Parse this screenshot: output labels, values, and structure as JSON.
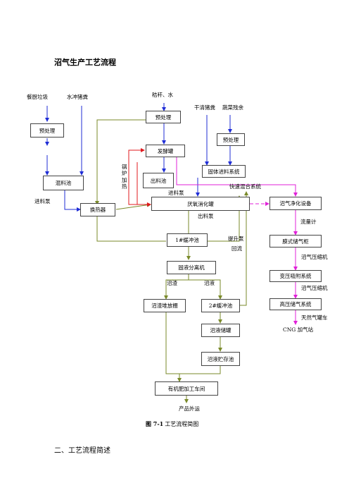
{
  "title": "沼气生产工艺流程",
  "colors": {
    "blue": "#1f2dd6",
    "olive": "#7a8a2a",
    "red": "#e0181e",
    "magenta": "#e020d8",
    "box_border": "#444444"
  },
  "inputs": {
    "kitchen_waste": "餐厨垃圾",
    "water_flush_manure": "水冲猪粪",
    "straw_water": "秸秆、水",
    "dry_manure": "干清猪粪",
    "vegetable_residue": "蔬菜残余"
  },
  "boxes": {
    "pretreat_left": "预处理",
    "pretreat_top": "预处理",
    "pretreat_right": "预处理",
    "mixing_tank": "混料池",
    "ferment_tank": "发酵罐",
    "discharge_tank": "出料池",
    "solid_feed": "固体进料系统",
    "heat_exchanger": "换热器",
    "anaerobic": "厌氧消化罐",
    "biogas_purify": "沼气净化设备",
    "buffer1": "1#缓冲池",
    "membrane_holder": "膜式储气柜",
    "separator": "固液分离机",
    "pressure_swing": "变压吸附系统",
    "residue_shed": "沼渣堆放棚",
    "buffer2": "2#缓冲池",
    "hp_storage": "高压储气系统",
    "slurry_tank": "沼液储罐",
    "slurry_pond": "沼液贮存池",
    "fertilizer_plant": "有机肥加工车间"
  },
  "labels": {
    "boiler_heating": "锅炉加热",
    "feed_pump_left": "进料泵",
    "feed_pump_mid": "进料泵",
    "fast_mixing": "快速混合系统",
    "discharge_pump": "出料泵",
    "flowmeter": "流量计",
    "lift_pump": "提升泵",
    "reflux": "回流",
    "biogas_compressor_1": "沼气压缩机",
    "biogas_residue": "沼渣",
    "biogas_slurry": "沼液",
    "biogas_compressor_2": "沼气压缩机",
    "natural_gas_truck": "天然气罐车",
    "cng_station": "CNG 加气站",
    "product_shipping": "产品外运"
  },
  "caption": {
    "figure_no": "图 7-1",
    "text": "工艺流程简图"
  },
  "section_heading": "二、工艺流程简述"
}
